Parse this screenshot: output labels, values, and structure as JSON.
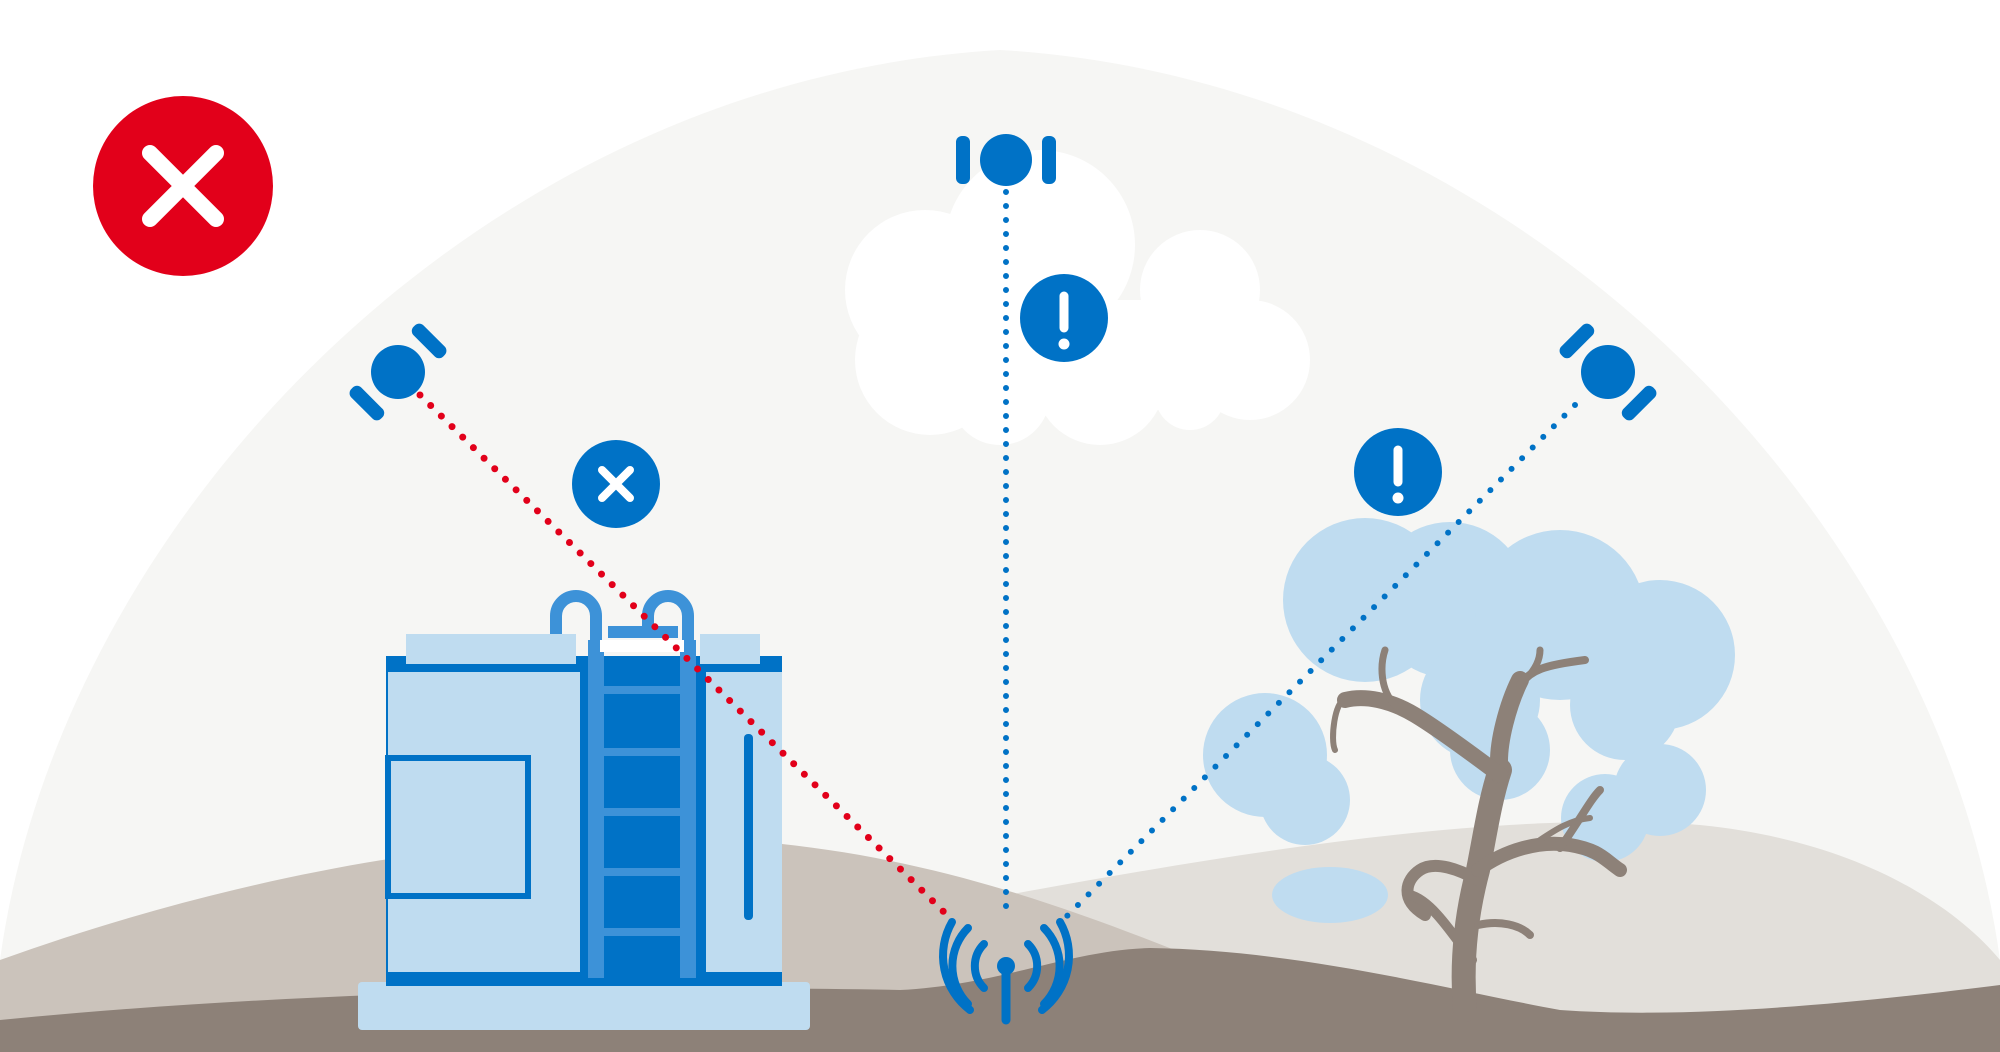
{
  "status": {
    "icon": "cross-icon",
    "meaning": "error",
    "color": "#e2001a"
  },
  "colors": {
    "sky_dome": "#f6f6f4",
    "far_hill": "#e2dfda",
    "mid_hill": "#cbc3bb",
    "ground": "#8d8178",
    "blue_dark": "#0072c6",
    "blue_mid": "#3d92d8",
    "blue_light": "#bfdcf0",
    "trunk": "#8d8178",
    "blocked_path": "#e2001a",
    "clear_path": "#0072c6"
  },
  "satellites": [
    {
      "id": "left",
      "icon": "satellite-icon",
      "path_status": "blocked",
      "marker_icon": "cross-icon",
      "obstacle": "building"
    },
    {
      "id": "top",
      "icon": "satellite-icon",
      "path_status": "warning",
      "marker_icon": "exclamation-icon",
      "obstacle": "cloud"
    },
    {
      "id": "right",
      "icon": "satellite-icon",
      "path_status": "warning",
      "marker_icon": "exclamation-icon",
      "obstacle": "tree"
    }
  ],
  "receiver": {
    "icon": "antenna-signal-icon"
  },
  "obstacles": [
    "building-icon",
    "cloud-icon",
    "tree-icon"
  ]
}
